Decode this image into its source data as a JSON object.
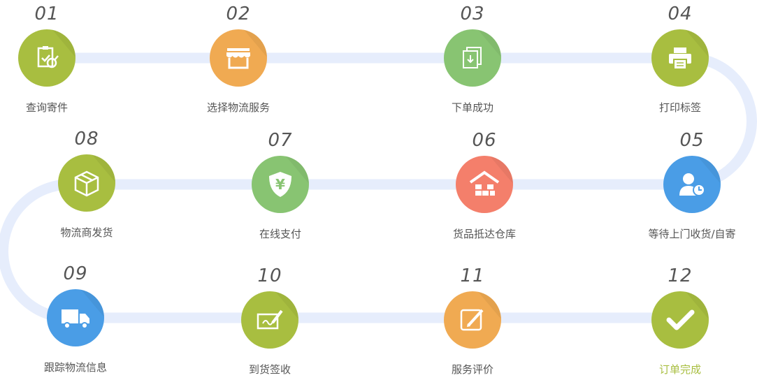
{
  "steps": [
    {
      "num": "01",
      "label": "查询寄件",
      "icon": "clipboard-search-icon",
      "color": "#a8be40"
    },
    {
      "num": "02",
      "label": "选择物流服务",
      "icon": "storefront-icon",
      "color": "#f0aa52"
    },
    {
      "num": "03",
      "label": "下单成功",
      "icon": "document-download-icon",
      "color": "#88c472"
    },
    {
      "num": "04",
      "label": "打印标签",
      "icon": "printer-icon",
      "color": "#a8be40"
    },
    {
      "num": "05",
      "label": "等待上门收货/自寄",
      "icon": "user-clock-icon",
      "color": "#4a9de6"
    },
    {
      "num": "06",
      "label": "货品抵达仓库",
      "icon": "warehouse-icon",
      "color": "#f47f6b"
    },
    {
      "num": "07",
      "label": "在线支付",
      "icon": "yen-shield-icon",
      "color": "#88c472"
    },
    {
      "num": "08",
      "label": "物流商发货",
      "icon": "package-icon",
      "color": "#a8be40"
    },
    {
      "num": "09",
      "label": "跟踪物流信息",
      "icon": "truck-icon",
      "color": "#4a9de6"
    },
    {
      "num": "10",
      "label": "到货签收",
      "icon": "sign-icon",
      "color": "#a8be40"
    },
    {
      "num": "11",
      "label": "服务评价",
      "icon": "edit-icon",
      "color": "#f0aa52"
    },
    {
      "num": "12",
      "label": "订单完成",
      "icon": "checkmark-icon",
      "color": "#a8be40"
    }
  ],
  "colors": {
    "track": "#e6edfc",
    "final_label": "#a8be40"
  }
}
